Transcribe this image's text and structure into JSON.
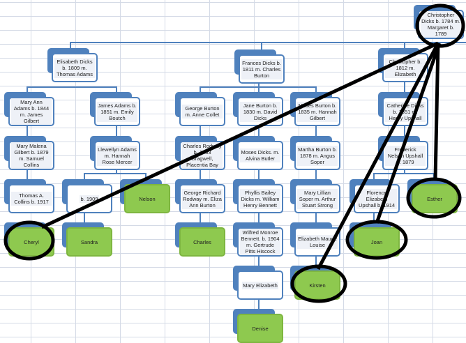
{
  "root": "Christopher Dicks b. 1784 m. Margaret b. 1789",
  "level1": [
    "Elisabeth Dicks b. 1809  m. Thomas Adams",
    "Frances Dicks b. 1811 m. Charles Burton",
    "Christopher b. 1812 m. Elizabeth"
  ],
  "level2": [
    "Mary Ann Adams b. 1844 m. James Gilbert",
    "James Adams b. 1851 m. Emily Boutch",
    "George Burton m. Anne Collet",
    "Jane Burton b. 1830 m. David Dicks",
    "Moses Burton b. 1835 m. Hannah Gilbert",
    "Catherine Dicks b. 1851 m. Henry Upshall"
  ],
  "level3": [
    "Mary Malena Gilbert b. 1879 m. Samuel Collins",
    "Llewellyn Adams m. Hannah Rose Mercer",
    "Charles Rodway b. 1883 Bragwell, Placentia Bay",
    "Moses Dicks. m. Alvina Butler",
    "Martha Burton b. 1878 m. Angus Soper",
    "Frederick Nelson Upshall b. 1879"
  ],
  "level4": [
    "Thomas A. Collins b. 1917",
    "b. 1909",
    "Nelson",
    "George Richard Rodway m. Eliza Ann Burton",
    "Phyllis Bailey Dicks m. William Henry Bennett",
    "Mary Lillian Soper m. Arthur Stuart Strong",
    "Florence Elizabeth Upshall b. 1914",
    "Esther"
  ],
  "level5": [
    "Cheryl",
    "Sandra",
    "Charles",
    "Wilfred Monroe Bennett. b. 1904 m. Gertrude Pitts Hiscock",
    "Elizabeth Maude Louise",
    "Joan"
  ],
  "level6": [
    "Mary Elizabeth",
    "Kirsten"
  ],
  "level7": [
    "Denise"
  ],
  "colors": {
    "node_border": "#4f81bd",
    "highlight_fill": "#8ec94f",
    "annotation": "#000000"
  }
}
